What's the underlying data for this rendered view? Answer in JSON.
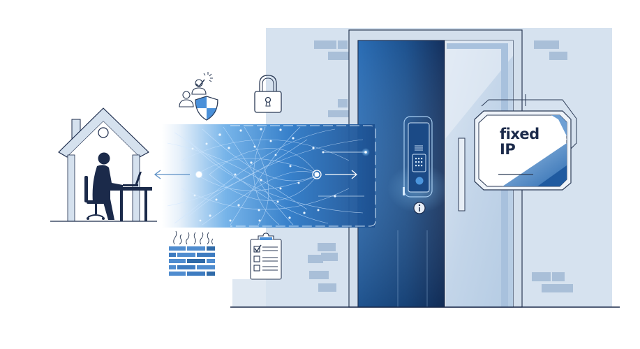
{
  "illustration": {
    "subject": "Remote worker connecting to a secure door via a fixed IP",
    "sign": {
      "line1": "fixed",
      "line2": "IP"
    },
    "icons": [
      "house-icon",
      "remote-worker-icon",
      "user-verified-shield-icon",
      "padlock-icon",
      "firewall-icon",
      "checklist-icon",
      "access-keypad-icon",
      "info-icon",
      "arrow-left-icon",
      "arrow-right-icon"
    ],
    "colors": {
      "navy": "#1b2a4a",
      "door_blue": "#1f5aa0",
      "door_dark": "#163f7a",
      "wall": "#d5e1ee",
      "brick": "#a9bfd8",
      "accent_light": "#4a90d9",
      "line": "#2b3a55"
    }
  }
}
